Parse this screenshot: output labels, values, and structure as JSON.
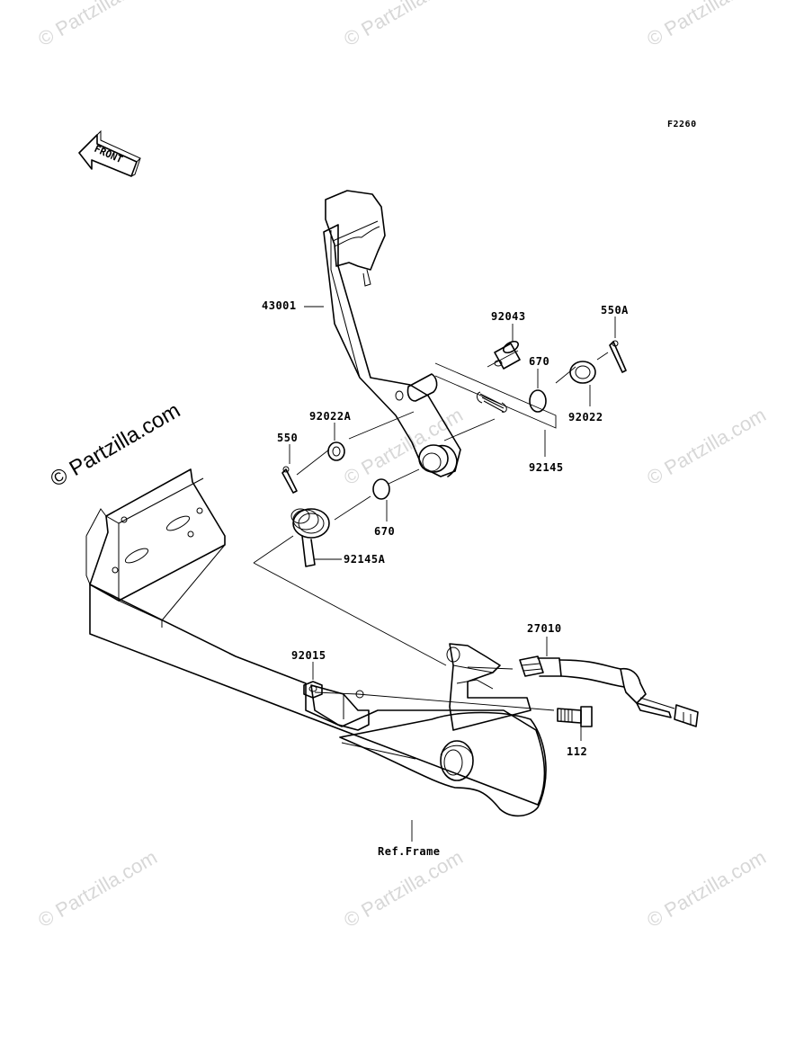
{
  "diagram": {
    "code": "F2260",
    "front_label": "FRONT",
    "ref_frame": "Ref.Frame"
  },
  "parts": {
    "p43001": "43001",
    "p92043": "92043",
    "p550A": "550A",
    "p670a": "670",
    "p92022": "92022",
    "p92022A": "92022A",
    "p550": "550",
    "p92145": "92145",
    "p670b": "670",
    "p92145A": "92145A",
    "p27010": "27010",
    "p92015": "92015",
    "p112": "112"
  },
  "watermarks": {
    "small": "© Partzilla.com",
    "large": "© Partzilla.com"
  }
}
